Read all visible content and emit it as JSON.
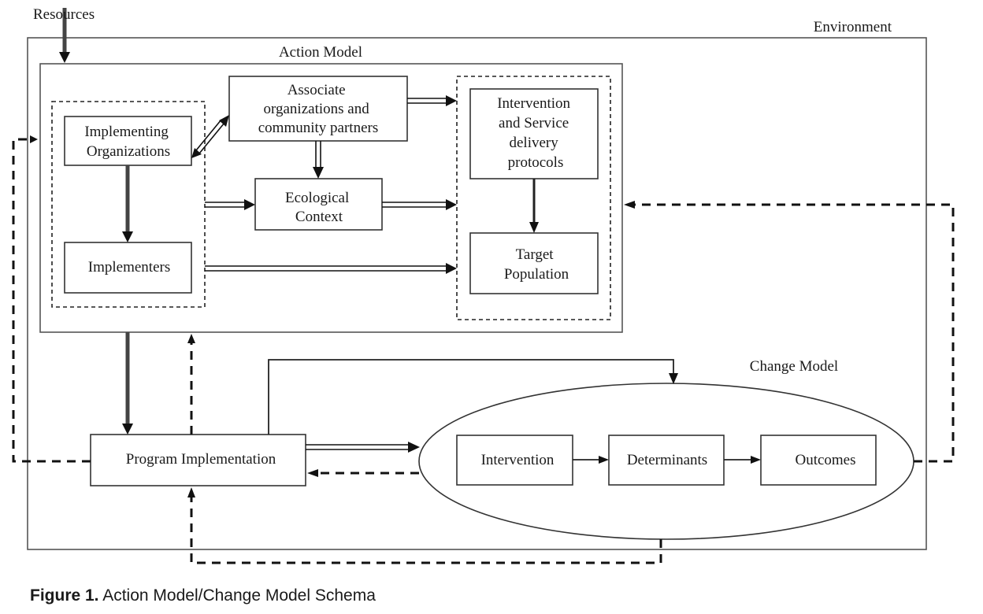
{
  "labels": {
    "resources": "Resources",
    "environment": "Environment",
    "action_model": "Action Model",
    "change_model": "Change Model"
  },
  "boxes": {
    "implementing_organizations": [
      "Implementing",
      "Organizations"
    ],
    "associate_organizations": [
      "Associate",
      "organizations and",
      "community partners"
    ],
    "ecological_context": [
      "Ecological",
      "Context"
    ],
    "intervention_protocols": [
      "Intervention",
      "and Service",
      "delivery",
      "protocols"
    ],
    "implementers": "Implementers",
    "target_population": [
      "Target",
      "Population"
    ],
    "program_implementation": "Program Implementation",
    "intervention": "Intervention",
    "determinants": "Determinants",
    "outcomes": "Outcomes"
  },
  "caption": {
    "bold": "Figure 1.",
    "text": " Action Model/Change Model Schema"
  }
}
